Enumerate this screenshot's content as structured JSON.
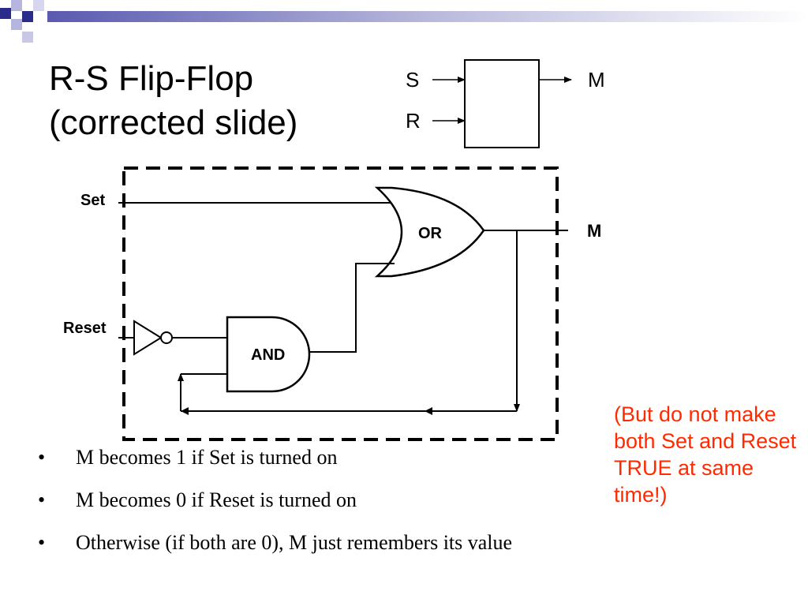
{
  "slide": {
    "title_line1": "R-S Flip-Flop",
    "title_line2": "(corrected slide)"
  },
  "block": {
    "input_s": "S",
    "input_r": "R",
    "output": "M"
  },
  "circuit": {
    "set_label": "Set",
    "reset_label": "Reset",
    "or_label": "OR",
    "and_label": "AND",
    "output_label": "M"
  },
  "bullets": [
    {
      "marker": "•",
      "text": "M becomes 1 if Set is turned on"
    },
    {
      "marker": "•",
      "text": "M becomes 0 if Reset is turned on"
    },
    {
      "marker": "•",
      "text": "Otherwise (if both are 0), M just remembers its value"
    }
  ],
  "note": "(But do not make both Set and Reset TRUE at same time!)",
  "colors": {
    "deco_dark": "#2b2b8c",
    "deco_light": "#9a9ad0",
    "note_color": "#ff2a00"
  }
}
